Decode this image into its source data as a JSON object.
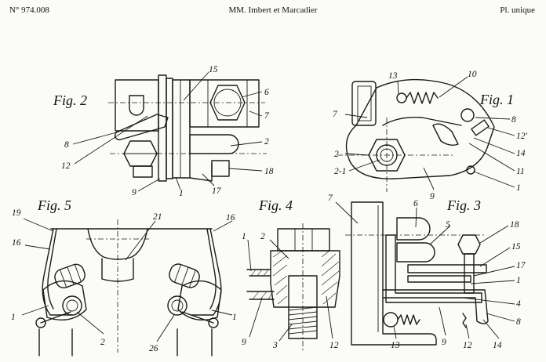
{
  "header": {
    "patent_number": "N° 974.008",
    "inventors": "MM. Imbert et Marcadier",
    "plate": "Pl. unique"
  },
  "figures": {
    "fig1": {
      "title": "Fig. 1",
      "labels": [
        "13",
        "10",
        "7",
        "8",
        "12'",
        "2",
        "14",
        "2-1",
        "9",
        "11",
        "1"
      ]
    },
    "fig2": {
      "title": "Fig. 2",
      "labels": [
        "15",
        "6",
        "7",
        "8",
        "2",
        "12",
        "18",
        "9",
        "1",
        "17"
      ]
    },
    "fig3": {
      "title": "Fig. 3",
      "labels": [
        "7",
        "6",
        "5",
        "18",
        "15",
        "17",
        "1",
        "4",
        "8",
        "9",
        "13",
        "12",
        "14"
      ]
    },
    "fig4": {
      "title": "Fig. 4",
      "labels": [
        "1",
        "2",
        "9",
        "3",
        "12"
      ]
    },
    "fig5": {
      "title": "Fig. 5",
      "labels": [
        "19",
        "16",
        "21",
        "16",
        "1",
        "2",
        "1",
        "26"
      ]
    }
  }
}
